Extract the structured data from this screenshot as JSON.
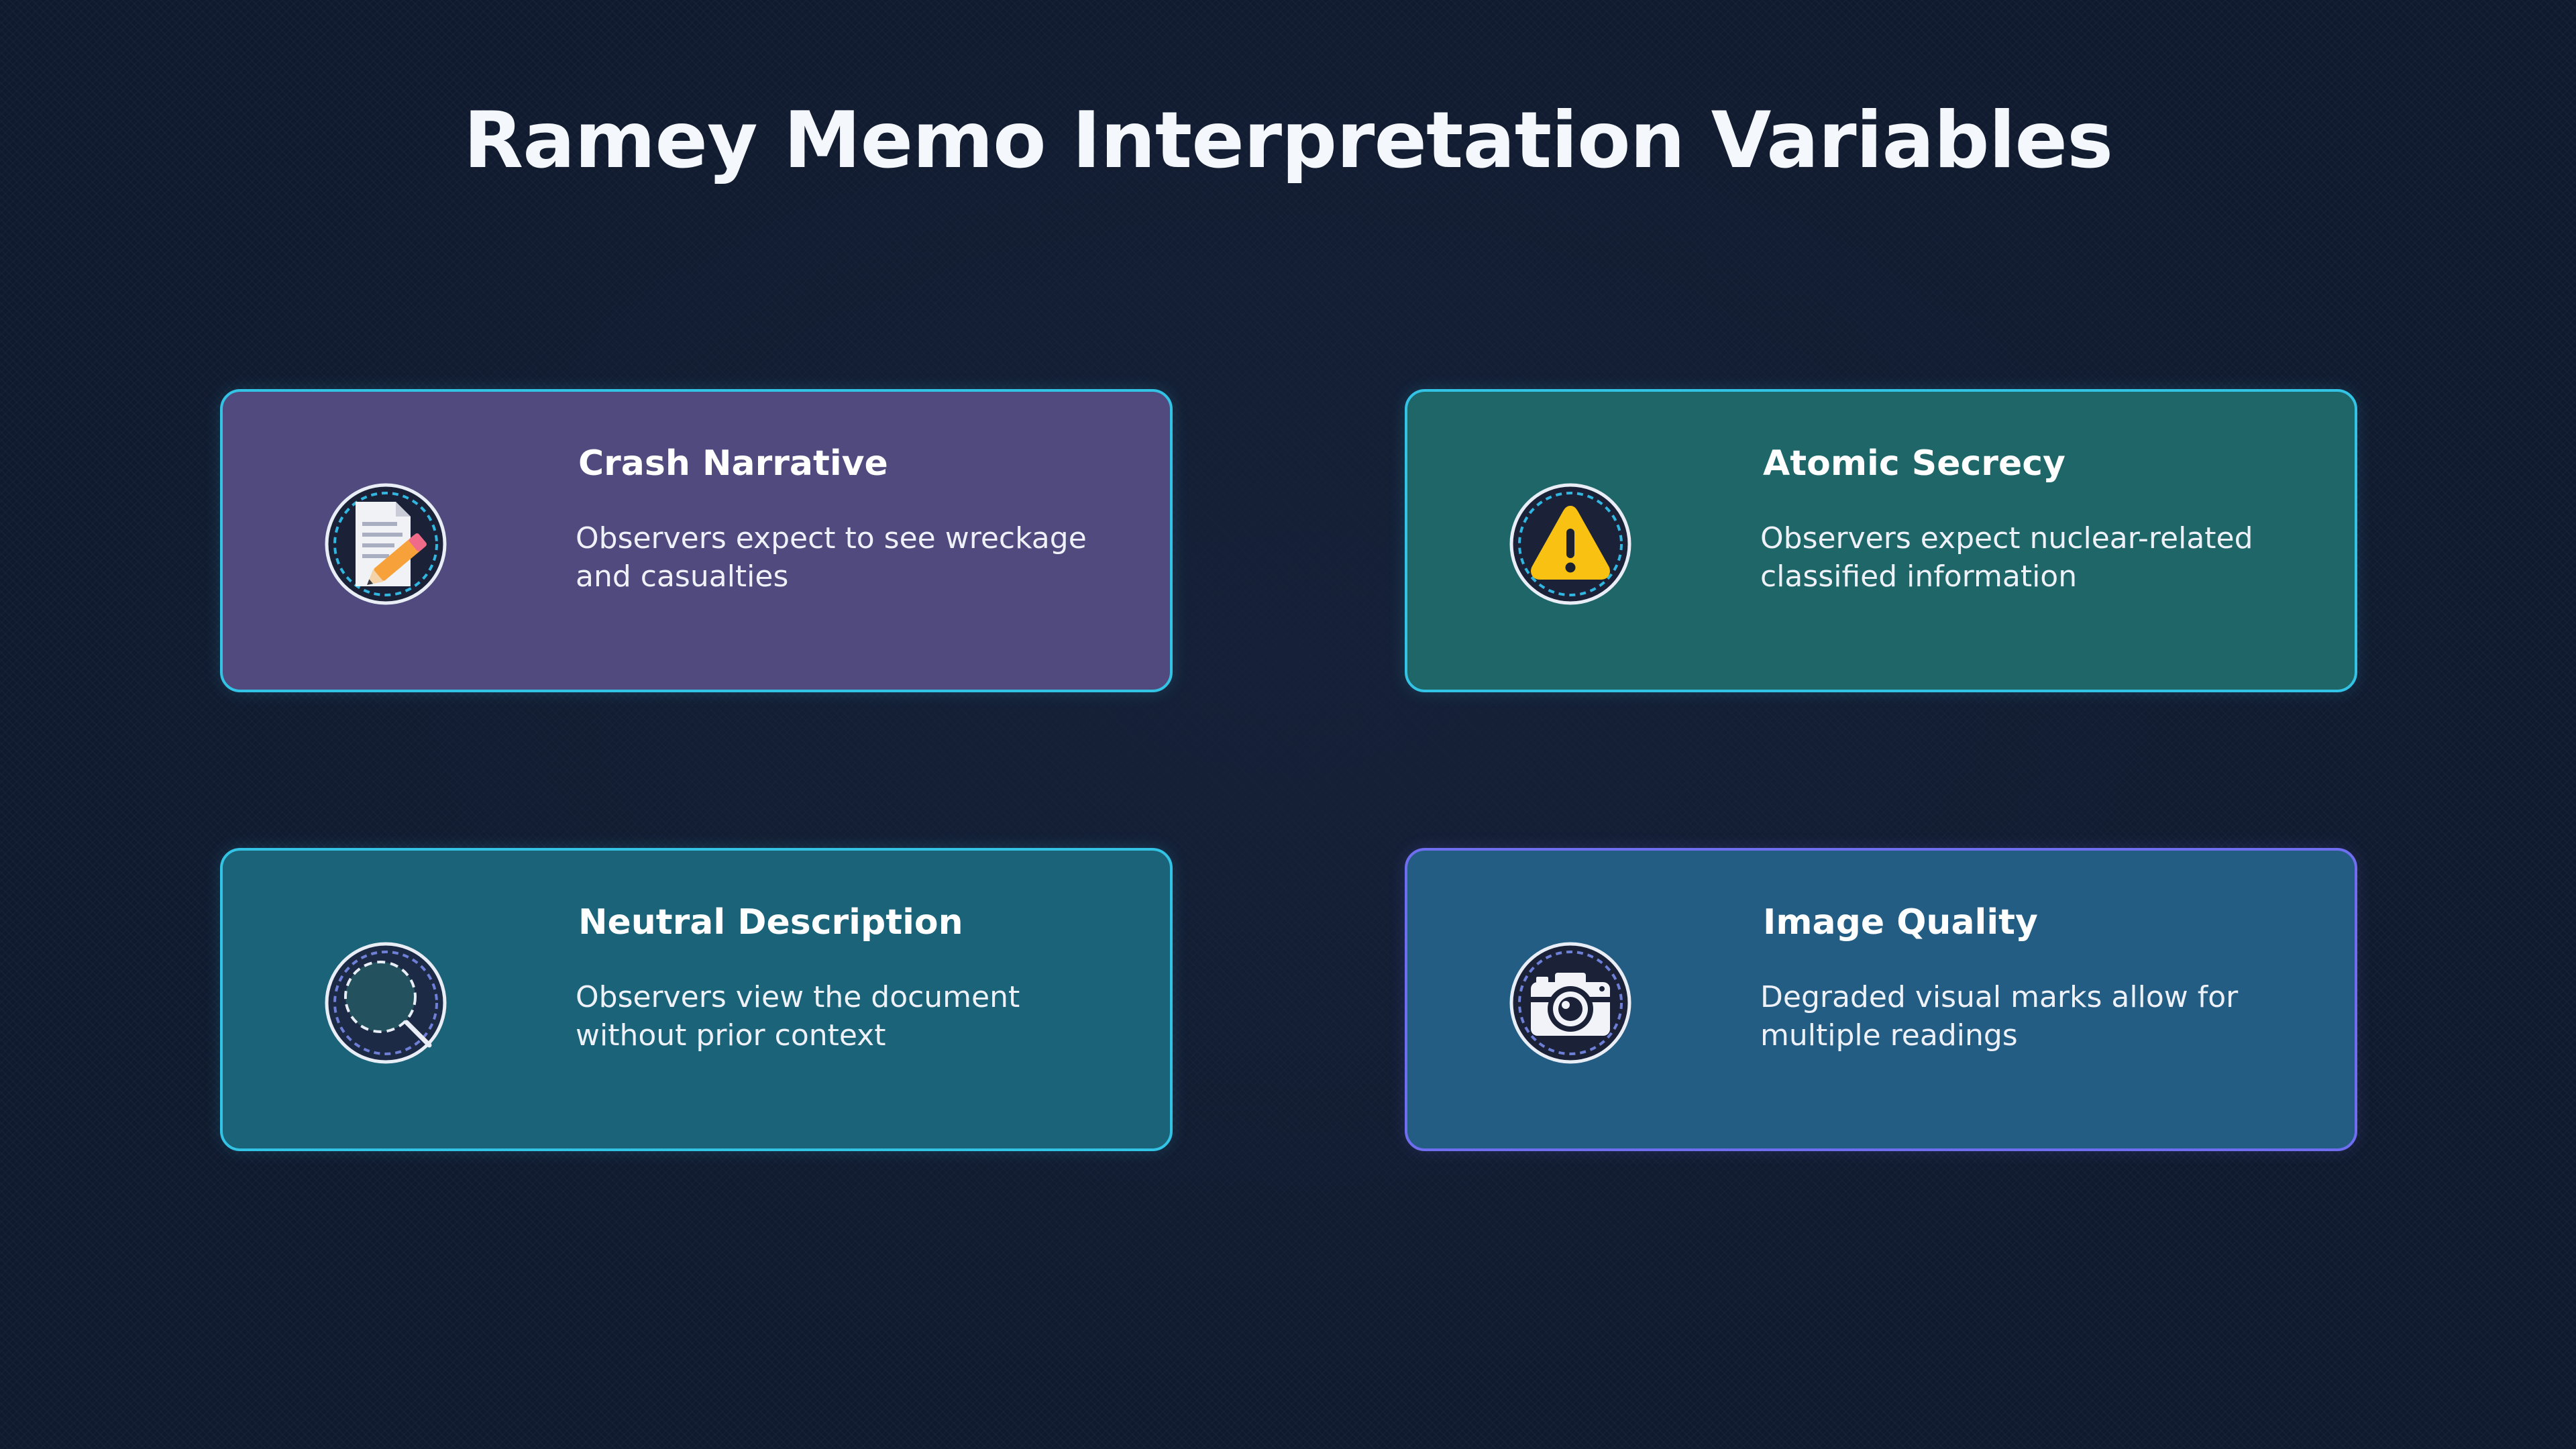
{
  "title": "Ramey Memo Interpretation Variables",
  "cards": [
    {
      "title": "Crash Narrative",
      "description": "Observers expect to see wreckage and casualties",
      "icon": "document-pencil-icon"
    },
    {
      "title": "Atomic Secrecy",
      "description": "Observers expect nuclear-related classified information",
      "icon": "warning-icon"
    },
    {
      "title": "Neutral Description",
      "description": "Observers view the document without prior context",
      "icon": "magnifier-icon"
    },
    {
      "title": "Image Quality",
      "description": "Degraded visual marks allow for multiple readings",
      "icon": "camera-icon"
    }
  ],
  "colors": {
    "background": "#101a2e",
    "card_purple": "#504a7e",
    "card_teal": "#1f6668",
    "card_cyan": "#1b6378",
    "card_blue": "#245d84",
    "border_cyan": "#33c3e4",
    "border_violet": "#6f6ef0"
  }
}
